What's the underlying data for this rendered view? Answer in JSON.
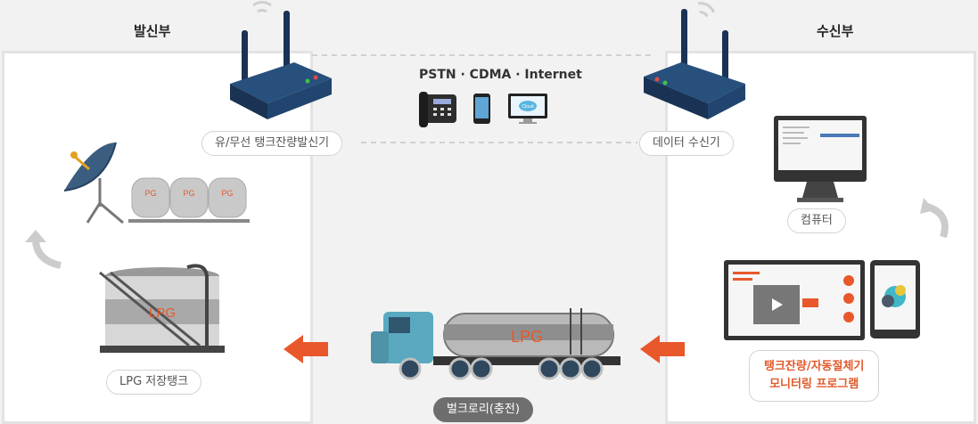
{
  "sender": {
    "title": "발신부",
    "transmitter_label": "유/무선 탱크잔량발신기",
    "storage_label": "LPG 저장탱크",
    "tank_text": "LPG",
    "cylinder_text": "PG"
  },
  "receiver": {
    "title": "수신부",
    "receiver_label": "데이터 수신기",
    "computer_label": "컴퓨터",
    "program_label_line1": "탱크잔량/자동절체기",
    "program_label_line2": "모니터링 프로그램"
  },
  "network": {
    "label": "PSTN · CDMA · Internet",
    "cloud_text": "Cloud"
  },
  "truck": {
    "label": "벌크로리(충전)",
    "tank_text": "LPG"
  },
  "colors": {
    "accent": "#e8582b",
    "device": "#1f3f66",
    "truck_cab": "#5aa9c0"
  }
}
